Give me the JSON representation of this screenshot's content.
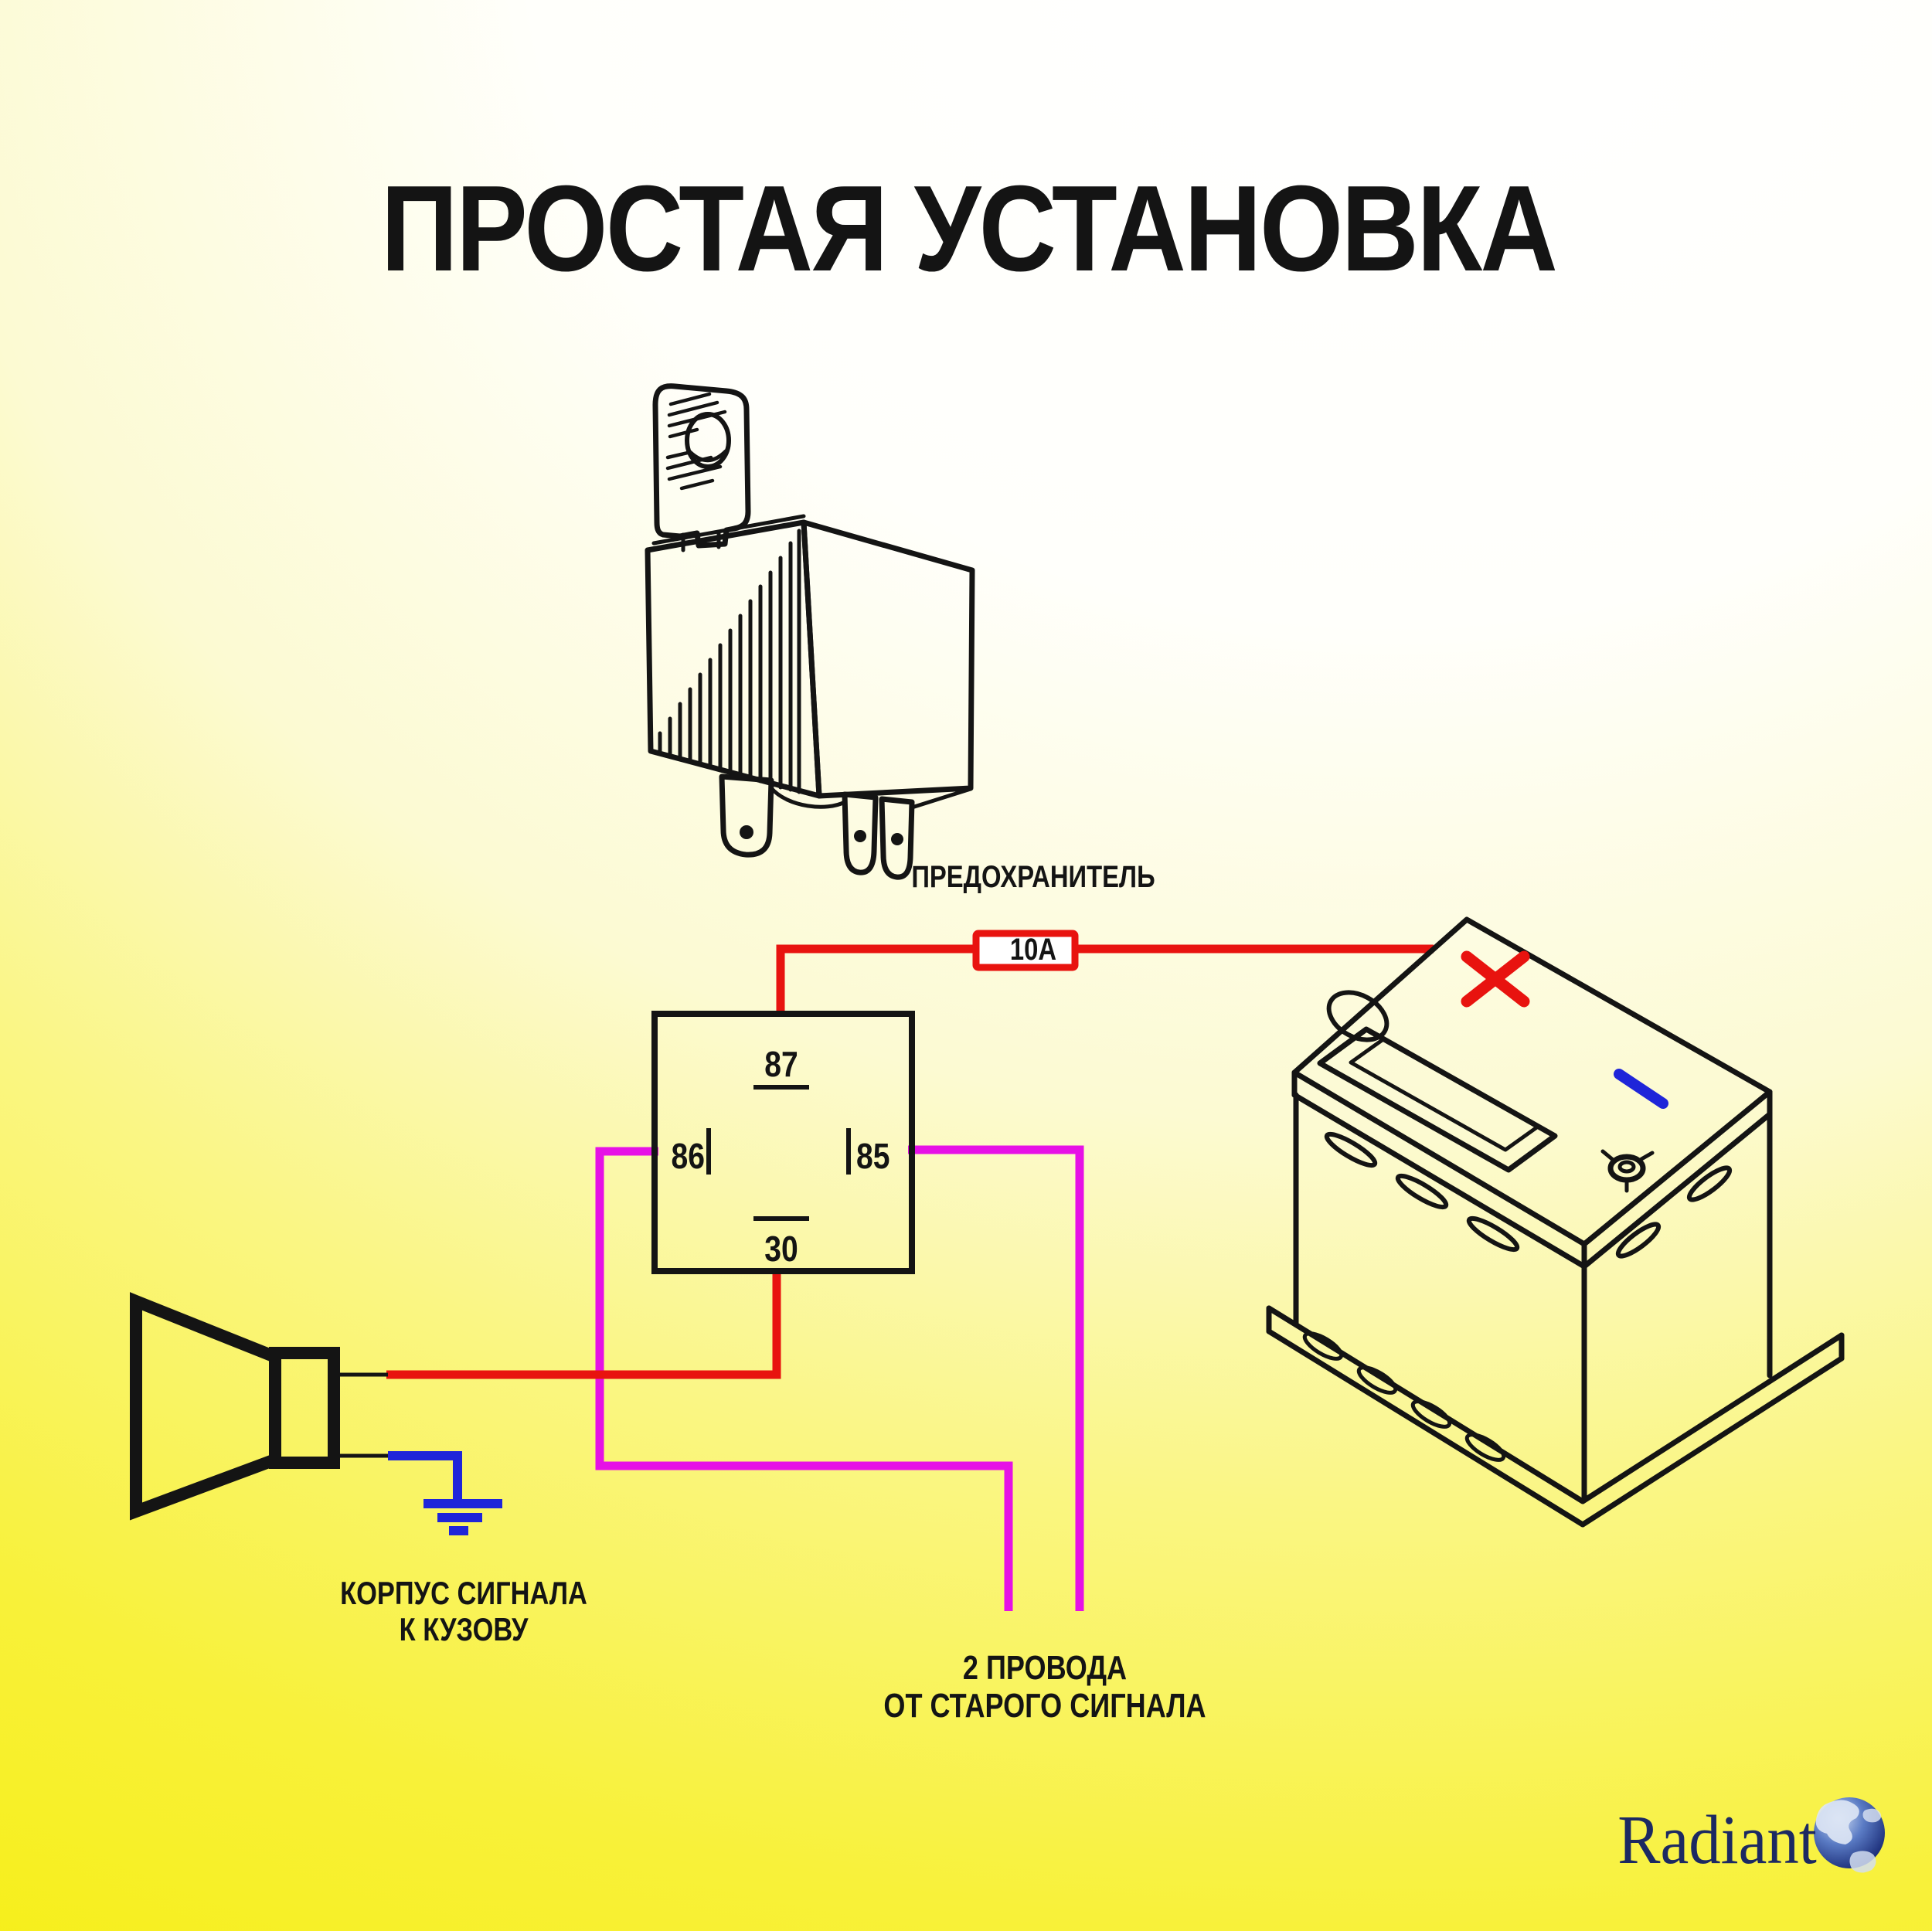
{
  "title": "ПРОСТАЯ УСТАНОВКА",
  "fuse": {
    "label": "ПРЕДОХРАНИТЕЛЬ",
    "rating": "10А"
  },
  "relay": {
    "pin_top": "87",
    "pin_left": "86",
    "pin_right": "85",
    "pin_bottom": "30"
  },
  "labels": {
    "horn_ground": "КОРПУС СИГНАЛА\nК КУЗОВУ",
    "old_horn": "2 ПРОВОДА\nОТ СТАРОГО СИГНАЛА"
  },
  "brand": {
    "name": "Radiant"
  },
  "colors": {
    "ink": "#141414",
    "wire_red": "#e8130f",
    "wire_magenta": "#e611e6",
    "wire_blue": "#1f25d9",
    "bg_yellow": "#f6ee14",
    "brand_navy": "#1c2962"
  }
}
